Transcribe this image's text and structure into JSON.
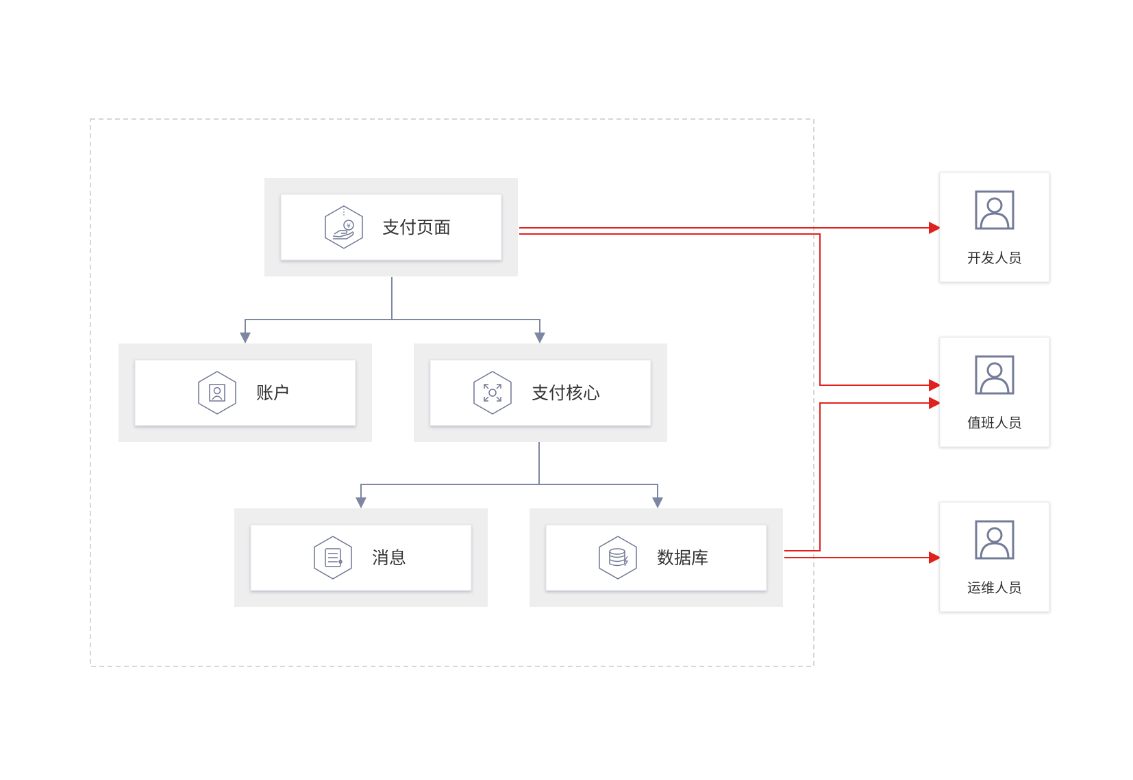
{
  "diagram": {
    "nodes": {
      "payment_page": {
        "label": "支付页面",
        "icon": "payment-hand-yuan-icon"
      },
      "account": {
        "label": "账户",
        "icon": "account-portrait-icon"
      },
      "payment_core": {
        "label": "支付核心",
        "icon": "core-gear-icon"
      },
      "message": {
        "label": "消息",
        "icon": "message-list-icon"
      },
      "database": {
        "label": "数据库",
        "icon": "database-icon"
      }
    },
    "people": {
      "developer": {
        "label": "开发人员",
        "icon": "person-icon"
      },
      "on_duty": {
        "label": "值班人员",
        "icon": "person-icon"
      },
      "ops": {
        "label": "运维人员",
        "icon": "person-icon"
      }
    },
    "hierarchy_edges": [
      {
        "from": "支付页面",
        "to": "账户"
      },
      {
        "from": "支付页面",
        "to": "支付核心"
      },
      {
        "from": "支付核心",
        "to": "消息"
      },
      {
        "from": "支付核心",
        "to": "数据库"
      }
    ],
    "alert_edges": [
      {
        "from": "支付页面",
        "to": "开发人员"
      },
      {
        "from": "支付页面",
        "to": "值班人员"
      },
      {
        "from": "数据库",
        "to": "值班人员"
      },
      {
        "from": "数据库",
        "to": "运维人员"
      }
    ],
    "colors": {
      "tree_line": "#7d86a3",
      "alert_line": "#e0211e",
      "icon": "#6d7592",
      "person_icon": "#727b98",
      "node_bg": "#eeeeee",
      "boundary": "#c8c8c8"
    }
  }
}
